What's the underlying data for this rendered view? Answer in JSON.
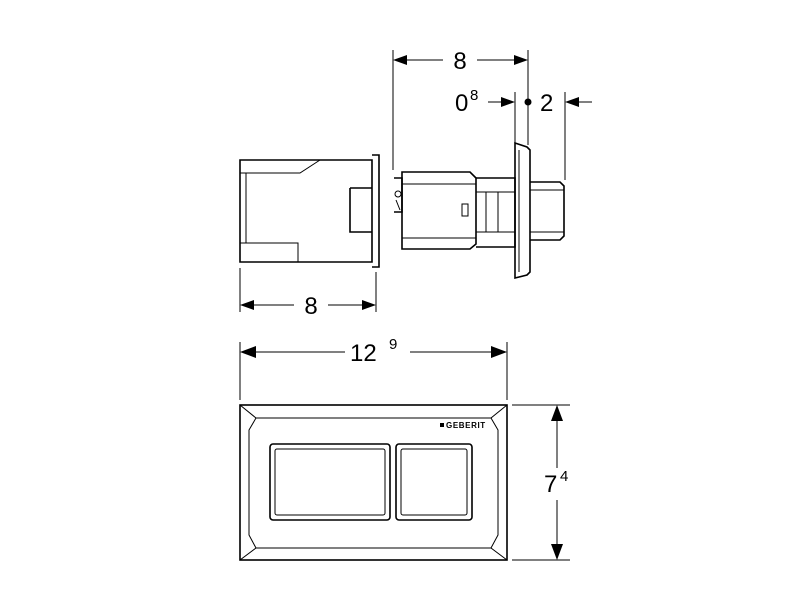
{
  "brand": {
    "name": "GEBERIT"
  },
  "dimensions": {
    "actuator_depth": {
      "value": "8"
    },
    "sleeve_depth": {
      "value": "8"
    },
    "gap": {
      "value": "0",
      "sup": "8"
    },
    "plate_thickness": {
      "value": "2"
    },
    "plate_width": {
      "value": "12",
      "sup": "9"
    },
    "plate_height": {
      "value": "7",
      "sup": "4"
    }
  }
}
